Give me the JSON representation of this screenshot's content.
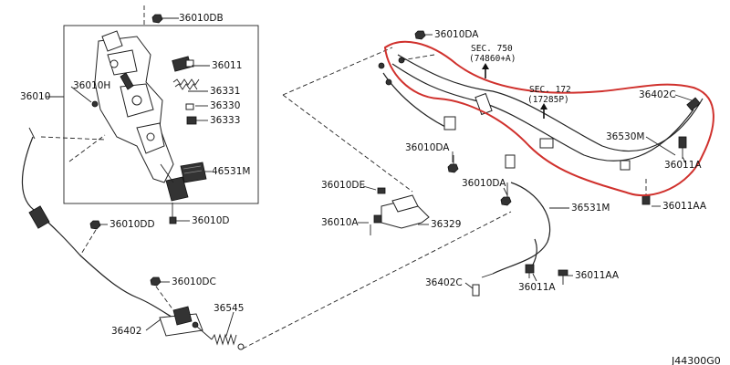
{
  "labels": {
    "p36010DB": "36010DB",
    "p36011_top": "36011",
    "p36010": "36010",
    "p36010H": "36010H",
    "p36331": "36331",
    "p36330": "36330",
    "p36333": "36333",
    "p46531M": "46531M",
    "p36010DD": "36010DD",
    "p36010D": "36010D",
    "p36010DC": "36010DC",
    "p36545": "36545",
    "p36402": "36402",
    "p36010DA_top": "36010DA",
    "sec750": "SEC. 750",
    "sec750_ref": "(74860+A)",
    "sec172": "SEC. 172",
    "sec172_ref": "(17285P)",
    "p36402C_right": "36402C",
    "p36530M": "36530M",
    "p36011A_right": "36011A",
    "p36010DA_mid": "36010DA",
    "p36010DE": "36010DE",
    "p36010DA_low": "36010DA",
    "p36531M": "36531M",
    "p36011AA_right": "36011AA",
    "p36010A": "36010A",
    "p36329": "36329",
    "p36402C_bottom": "36402C",
    "p36011A_bottom": "36011A",
    "p36011AA_bottom": "36011AA"
  },
  "diagram_code": "J44300G0",
  "colors": {
    "highlight": "#d0312d",
    "line": "#222222"
  }
}
